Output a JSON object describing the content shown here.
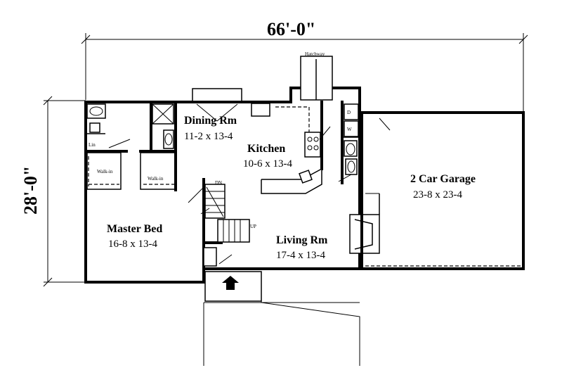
{
  "dimensions": {
    "width": "66'-0\"",
    "depth": "28'-0\""
  },
  "rooms": {
    "dining": {
      "name": "Dining Rm",
      "size": "11-2 x 13-4"
    },
    "kitchen": {
      "name": "Kitchen",
      "size": "10-6 x 13-4"
    },
    "garage": {
      "name": "2 Car Garage",
      "size": "23-8 x 23-4"
    },
    "master": {
      "name": "Master Bed",
      "size": "16-8 x 13-4"
    },
    "living": {
      "name": "Living Rm",
      "size": "17-4 x 13-4"
    }
  },
  "labels": {
    "hatchway": "Hatchway",
    "walkin_1": "Walk-in",
    "walkin_2": "Walk-in",
    "linen": "Lin",
    "stair_down": "DN",
    "stair_up": "UP",
    "dryer": "D",
    "washer": "W"
  }
}
